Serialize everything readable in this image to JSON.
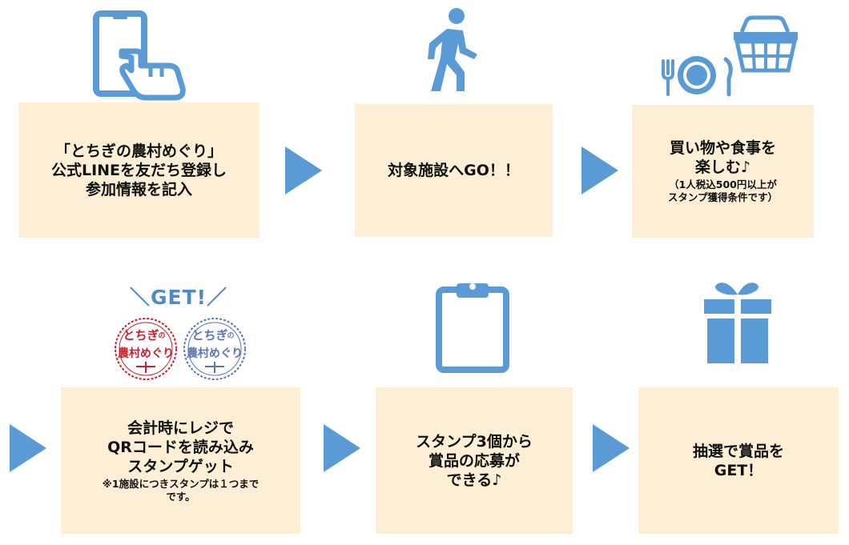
{
  "steps": [
    {
      "text": [
        "「とちぎの農村めぐり」",
        "公式LINEを友だち登録し",
        "参加情報を記入"
      ],
      "note": []
    },
    {
      "text": [
        "対象施設へGO！！"
      ],
      "note": []
    },
    {
      "text": [
        "買い物や食事を",
        "楽しむ♪"
      ],
      "note": [
        "（1人税込500円以上が",
        "スタンプ獲得条件です）"
      ]
    },
    {
      "text": [
        "会計時にレジで",
        "QRコードを読み込み",
        "スタンプゲット"
      ],
      "note": [
        "※1施設につきスタンプは１つまで",
        "です。"
      ]
    },
    {
      "text": [
        "スタンプ3個から",
        "賞品の応募が",
        "できる♪"
      ],
      "note": []
    },
    {
      "text": [
        "抽選で賞品を",
        "GET！"
      ],
      "note": []
    }
  ],
  "get_badge": "＼GET!／",
  "stamp_logo": [
    "とちぎ",
    "の",
    "農村めぐり"
  ],
  "icons": [
    "smartphone-tap-icon",
    "walking-person-icon",
    "dining-shopping-icon",
    "stamp-logo-icon",
    "clipboard-icon",
    "gift-icon"
  ],
  "colors": {
    "accent": "#5b9bd5",
    "box": "#fcefd6",
    "stamp_red": "#c9202a",
    "stamp_blue": "#5c75b3"
  }
}
